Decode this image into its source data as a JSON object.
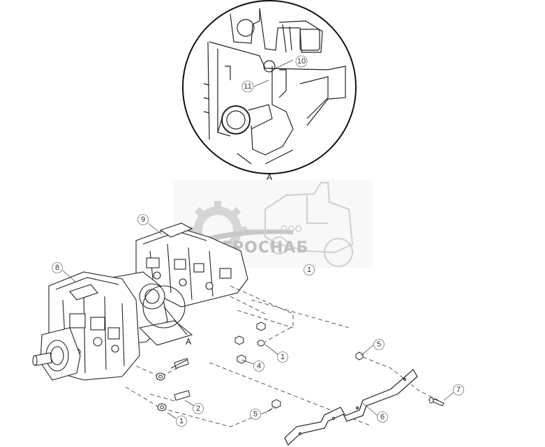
{
  "diagram": {
    "detail_label": "A",
    "callouts": [
      {
        "id": "c10",
        "text": "10"
      },
      {
        "id": "c11",
        "text": "11"
      },
      {
        "id": "c9",
        "text": "9"
      },
      {
        "id": "c8",
        "text": "8"
      },
      {
        "id": "c1a",
        "text": "1"
      },
      {
        "id": "c1b",
        "text": "1"
      },
      {
        "id": "c1c",
        "text": "1"
      },
      {
        "id": "c2",
        "text": "2"
      },
      {
        "id": "c4",
        "text": "4"
      },
      {
        "id": "c5a",
        "text": "5"
      },
      {
        "id": "c5b",
        "text": "5"
      },
      {
        "id": "c6",
        "text": "6"
      },
      {
        "id": "c7",
        "text": "7"
      }
    ]
  },
  "watermark": {
    "prefix": "ООО",
    "company": "АГРОСНАБ"
  }
}
